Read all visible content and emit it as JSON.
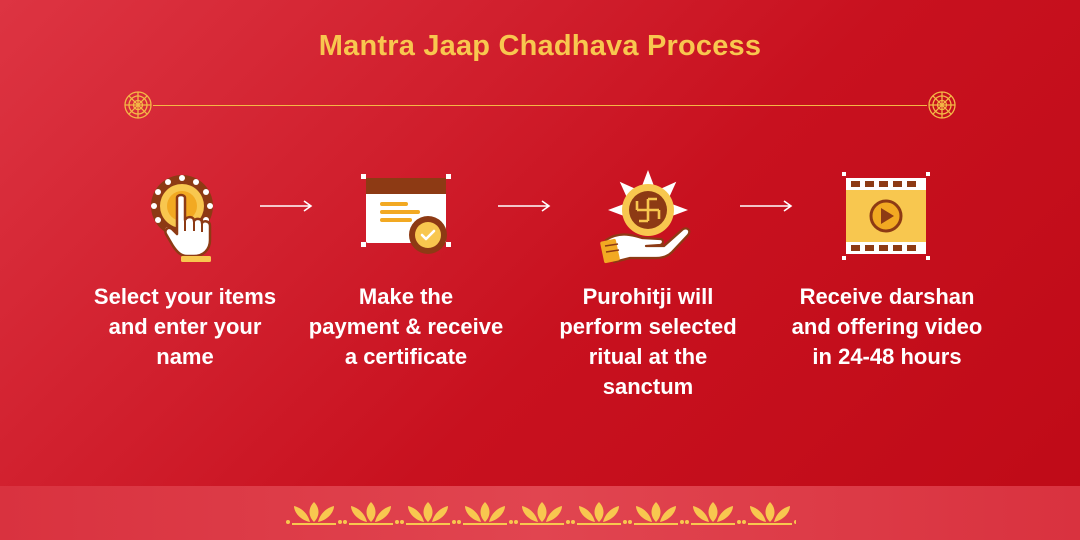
{
  "title": "Mantra Jaap Chadhava Process",
  "colors": {
    "background": "#c8111f",
    "accent_gold": "#f8c74f",
    "brown": "#8d3a14",
    "text": "#ffffff",
    "footer": "#de3c48"
  },
  "steps": [
    {
      "icon": "pointing-hand-icon",
      "label": "Select your items and enter your name",
      "lines": [
        "Select your items",
        "and enter your",
        "name"
      ]
    },
    {
      "icon": "certificate-icon",
      "label": "Make the payment & receive a certificate",
      "lines": [
        "Make the",
        "payment & receive",
        "a certificate"
      ]
    },
    {
      "icon": "swastika-offering-icon",
      "label": "Purohitji will perform selected ritual at the sanctum",
      "lines": [
        "Purohitji will",
        "perform selected",
        "ritual at the",
        "sanctum"
      ]
    },
    {
      "icon": "video-film-icon",
      "label": "Receive darshan and offering video in 24-48 hours",
      "lines": [
        "Receive darshan",
        "and offering video",
        "in 24-48 hours"
      ]
    }
  ],
  "decor": {
    "divider_icon": "rosette-icon",
    "arrow_icon": "arrow-right-icon",
    "footer_icon": "lotus-pattern-icon"
  }
}
